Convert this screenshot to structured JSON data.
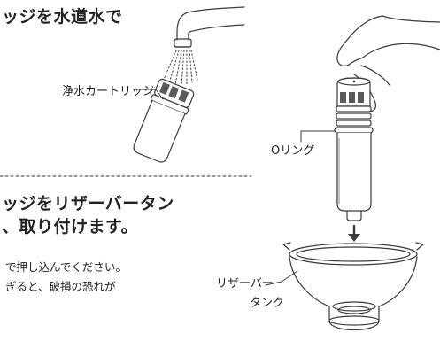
{
  "step1": {
    "heading": "ッジを水道水で",
    "cartridge_label": "浄水カートリッジ"
  },
  "step2": {
    "heading_line1": "ッジをリザーバータン",
    "heading_line2": "、取り付けます。",
    "note_line1": "で押し込んでください。",
    "note_line2": "ぎると、破損の恐れが"
  },
  "right": {
    "oring_label": "Oリング",
    "reservoir_label_line1": "リザーバー",
    "reservoir_label_line2": "タンク"
  },
  "colors": {
    "line": "#3a3a3a",
    "shade": "#6e6e6e",
    "cartridge_top": "#5a5a5a"
  }
}
